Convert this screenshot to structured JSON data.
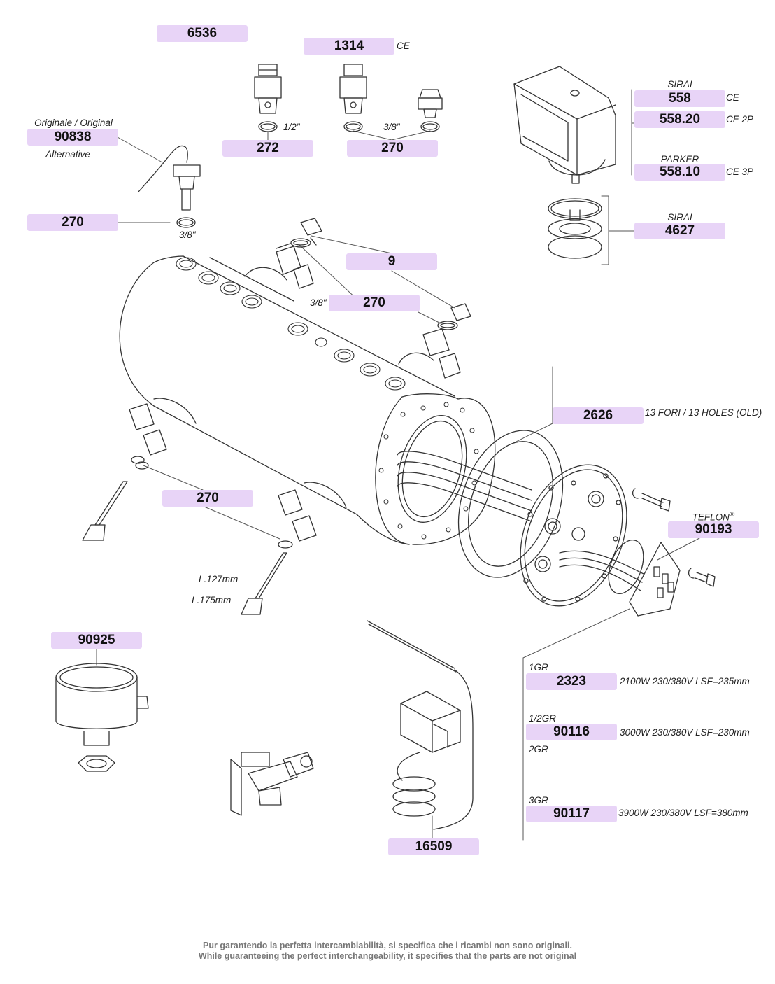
{
  "parts": {
    "p6536": "6536",
    "p1314": "1314",
    "p1314_note": "CE",
    "p90838_top": "Originale / Original",
    "p90838": "90838",
    "p90838_bottom": "Alternative",
    "p272": "272",
    "p272_note": "1/2\"",
    "p270_top": "270",
    "p270_top_note": "3/8\"",
    "p270_left": "270",
    "p270_left_note": "3/8\"",
    "p558_top": "SIRAI",
    "p558": "558",
    "p558_note": "CE",
    "p558_20": "558.20",
    "p558_20_note": "CE 2P",
    "p558_10_top": "PARKER",
    "p558_10": "558.10",
    "p558_10_note": "CE 3P",
    "p4627_top": "SIRAI",
    "p4627": "4627",
    "p9": "9",
    "p270_mid": "270",
    "p270_mid_note": "3/8\"",
    "p2626": "2626",
    "p2626_note": "13 FORI / 13 HOLES (OLD)",
    "p270_low": "270",
    "p90193_top": "TEFLON",
    "p90193_reg": "®",
    "p90193": "90193",
    "len127": "L.127mm",
    "len175": "L.175mm",
    "p90925": "90925",
    "g1": "1GR",
    "p2323": "2323",
    "p2323_note": "2100W 230/380V LSF=235mm",
    "g12": "1/2GR",
    "p90116": "90116",
    "p90116_note": "3000W 230/380V LSF=230mm",
    "g2": "2GR",
    "g3": "3GR",
    "p90117": "90117",
    "p90117_note": "3900W 230/380V LSF=380mm",
    "p16509": "16509"
  },
  "footer": {
    "line1": "Pur garantendo la perfetta intercambiabilità, si specifica che i ricambi non sono originali.",
    "line2": "While guaranteeing the perfect interchangeability, it specifies that the parts are not original"
  },
  "colors": {
    "label_bg": "#e8d4f7",
    "line": "#555555",
    "footer_text": "#777777"
  }
}
